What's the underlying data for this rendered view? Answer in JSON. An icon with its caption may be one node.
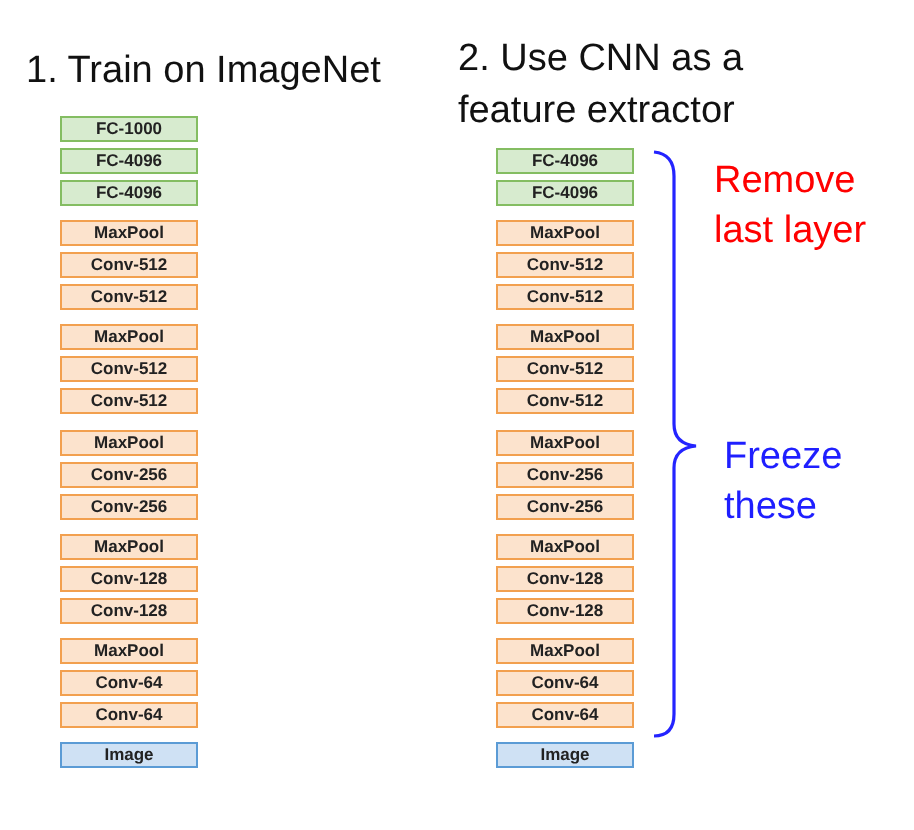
{
  "diagram": {
    "nodes": [
      {
        "text": [
          "FC-1000"
        ]
      },
      {
        "text": [
          "FC-4096"
        ]
      },
      {
        "text": [
          "FC-4096"
        ]
      },
      {
        "text": [
          "MaxPool"
        ]
      },
      {
        "text": [
          "Conv-512"
        ]
      },
      {
        "text": [
          "Conv-512"
        ]
      },
      {
        "text": [
          "MaxPool"
        ]
      },
      {
        "text": [
          "Conv-512"
        ]
      },
      {
        "text": [
          "Conv-512"
        ]
      },
      {
        "text": [
          "MaxPool"
        ]
      },
      {
        "text": [
          "Conv-256"
        ]
      },
      {
        "text": [
          "Conv-256"
        ]
      },
      {
        "text": [
          "MaxPool"
        ]
      },
      {
        "text": [
          "Conv-128"
        ]
      },
      {
        "text": [
          "Conv-128"
        ]
      },
      {
        "text": [
          "MaxPool"
        ]
      },
      {
        "text": [
          "Conv-64"
        ]
      },
      {
        "text": [
          "Conv-64"
        ]
      },
      {
        "text": [
          "Image"
        ]
      },
      {
        "text": [
          "FC-4096"
        ]
      },
      {
        "text": [
          "FC-4096"
        ]
      },
      {
        "text": [
          "MaxPool"
        ]
      },
      {
        "text": [
          "Conv-512"
        ]
      },
      {
        "text": [
          "Conv-512"
        ]
      },
      {
        "text": [
          "MaxPool"
        ]
      },
      {
        "text": [
          "Conv-512"
        ]
      },
      {
        "text": [
          "Conv-512"
        ]
      },
      {
        "text": [
          "MaxPool"
        ]
      },
      {
        "text": [
          "Conv-256"
        ]
      },
      {
        "text": [
          "Conv-256"
        ]
      },
      {
        "text": [
          "MaxPool"
        ]
      },
      {
        "text": [
          "Conv-128"
        ]
      },
      {
        "text": [
          "Conv-128"
        ]
      },
      {
        "text": [
          "MaxPool"
        ]
      },
      {
        "text": [
          "Conv-64"
        ]
      },
      {
        "text": [
          "Conv-64"
        ]
      },
      {
        "text": [
          "Image"
        ]
      }
    ],
    "labels": [
      "1. Train on ImageNet",
      "2. Use CNN as a feature extractor",
      "Remove last layer",
      "Freeze these"
    ]
  }
}
